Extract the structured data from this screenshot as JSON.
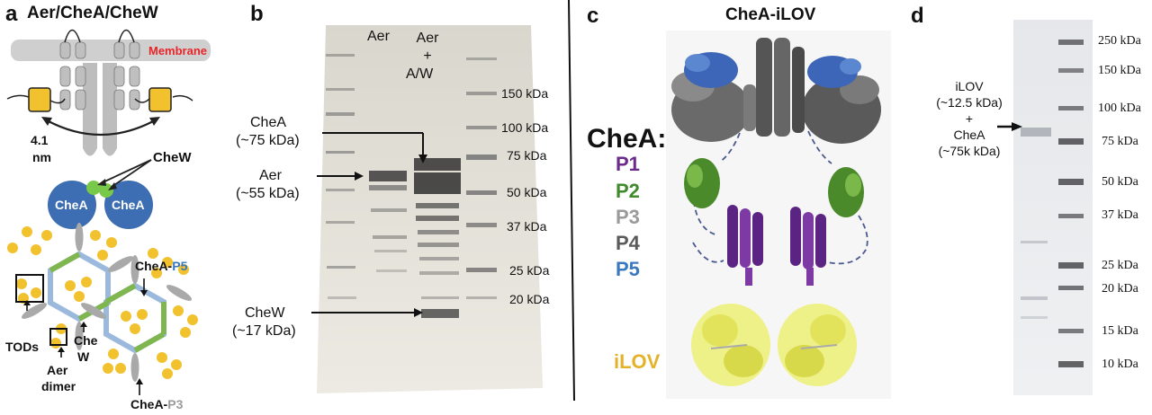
{
  "panels": {
    "a": {
      "label": "a",
      "title": "Aer/CheA/CheW",
      "membrane": "Membrane",
      "distance": "4.1",
      "distance_unit": "nm",
      "chew": "CheW",
      "chea_left": "CheA",
      "chea_right": "CheA",
      "chea_p5_prefix": "CheA-",
      "chea_p5_suffix": "P5",
      "chea_p3_prefix": "CheA-",
      "chea_p3_suffix": "P3",
      "tods": "TODs",
      "che": "Che",
      "w": "W",
      "aer": "Aer",
      "dimer": "dimer"
    },
    "b": {
      "label": "b",
      "lane1": "Aer",
      "lane2_line1": "Aer",
      "lane2_line2": "+",
      "lane2_line3": "A/W",
      "annotations": [
        {
          "line1": "CheA",
          "line2": "(~75 kDa)"
        },
        {
          "line1": "Aer",
          "line2": "(~55 kDa)"
        },
        {
          "line1": "CheW",
          "line2": "(~17 kDa)"
        }
      ],
      "markers": [
        "150 kDa",
        "100 kDa",
        "75 kDa",
        "50 kDa",
        "37 kDa",
        "25 kDa",
        "20 kDa"
      ]
    },
    "c": {
      "label": "c",
      "title": "CheA-iLOV",
      "chea": "CheA:",
      "domains": [
        {
          "name": "P1",
          "color": "#6b2a8c"
        },
        {
          "name": "P2",
          "color": "#3f8a2a"
        },
        {
          "name": "P3",
          "color": "#9a9a9a"
        },
        {
          "name": "P4",
          "color": "#5a5a5a"
        },
        {
          "name": "P5",
          "color": "#3a78c0"
        }
      ],
      "ilov": "iLOV",
      "ilov_color": "#e3b22a"
    },
    "d": {
      "label": "d",
      "ann": [
        "iLOV",
        "(~12.5 kDa)",
        "+",
        "CheA",
        "(~75k kDa)"
      ],
      "markers": [
        "250 kDa",
        "150 kDa",
        "100 kDa",
        "75 kDa",
        "50 kDa",
        "37 kDa",
        "25 kDa",
        "20 kDa",
        "15 kDa",
        "10 kDa"
      ]
    }
  }
}
